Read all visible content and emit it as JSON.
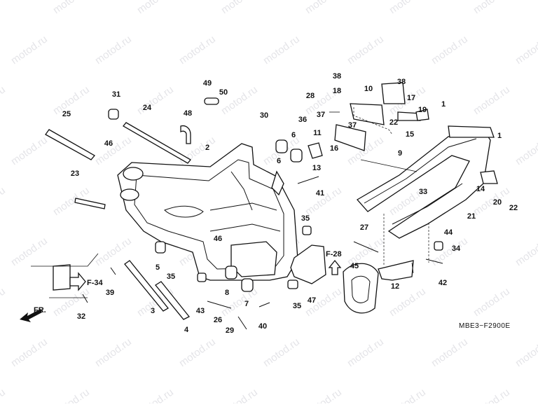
{
  "watermark": {
    "text": "motod.ru"
  },
  "diagram_code": "MBE3−F2900E",
  "front_label": "FR.",
  "refs": {
    "f34": "F-34",
    "f28": "F-28"
  },
  "callouts": [
    {
      "n": "1"
    },
    {
      "n": "1"
    },
    {
      "n": "2"
    },
    {
      "n": "3"
    },
    {
      "n": "4"
    },
    {
      "n": "5"
    },
    {
      "n": "6"
    },
    {
      "n": "6"
    },
    {
      "n": "7"
    },
    {
      "n": "8"
    },
    {
      "n": "9"
    },
    {
      "n": "10"
    },
    {
      "n": "11"
    },
    {
      "n": "12"
    },
    {
      "n": "13"
    },
    {
      "n": "14"
    },
    {
      "n": "15"
    },
    {
      "n": "16"
    },
    {
      "n": "17"
    },
    {
      "n": "18"
    },
    {
      "n": "19"
    },
    {
      "n": "20"
    },
    {
      "n": "21"
    },
    {
      "n": "22"
    },
    {
      "n": "22"
    },
    {
      "n": "23"
    },
    {
      "n": "24"
    },
    {
      "n": "25"
    },
    {
      "n": "26"
    },
    {
      "n": "27"
    },
    {
      "n": "28"
    },
    {
      "n": "29"
    },
    {
      "n": "30"
    },
    {
      "n": "31"
    },
    {
      "n": "32"
    },
    {
      "n": "33"
    },
    {
      "n": "34"
    },
    {
      "n": "35"
    },
    {
      "n": "35"
    },
    {
      "n": "35"
    },
    {
      "n": "36"
    },
    {
      "n": "37"
    },
    {
      "n": "37"
    },
    {
      "n": "38"
    },
    {
      "n": "38"
    },
    {
      "n": "39"
    },
    {
      "n": "40"
    },
    {
      "n": "41"
    },
    {
      "n": "42"
    },
    {
      "n": "43"
    },
    {
      "n": "44"
    },
    {
      "n": "45"
    },
    {
      "n": "46"
    },
    {
      "n": "46"
    },
    {
      "n": "47"
    },
    {
      "n": "48"
    },
    {
      "n": "49"
    },
    {
      "n": "50"
    }
  ]
}
